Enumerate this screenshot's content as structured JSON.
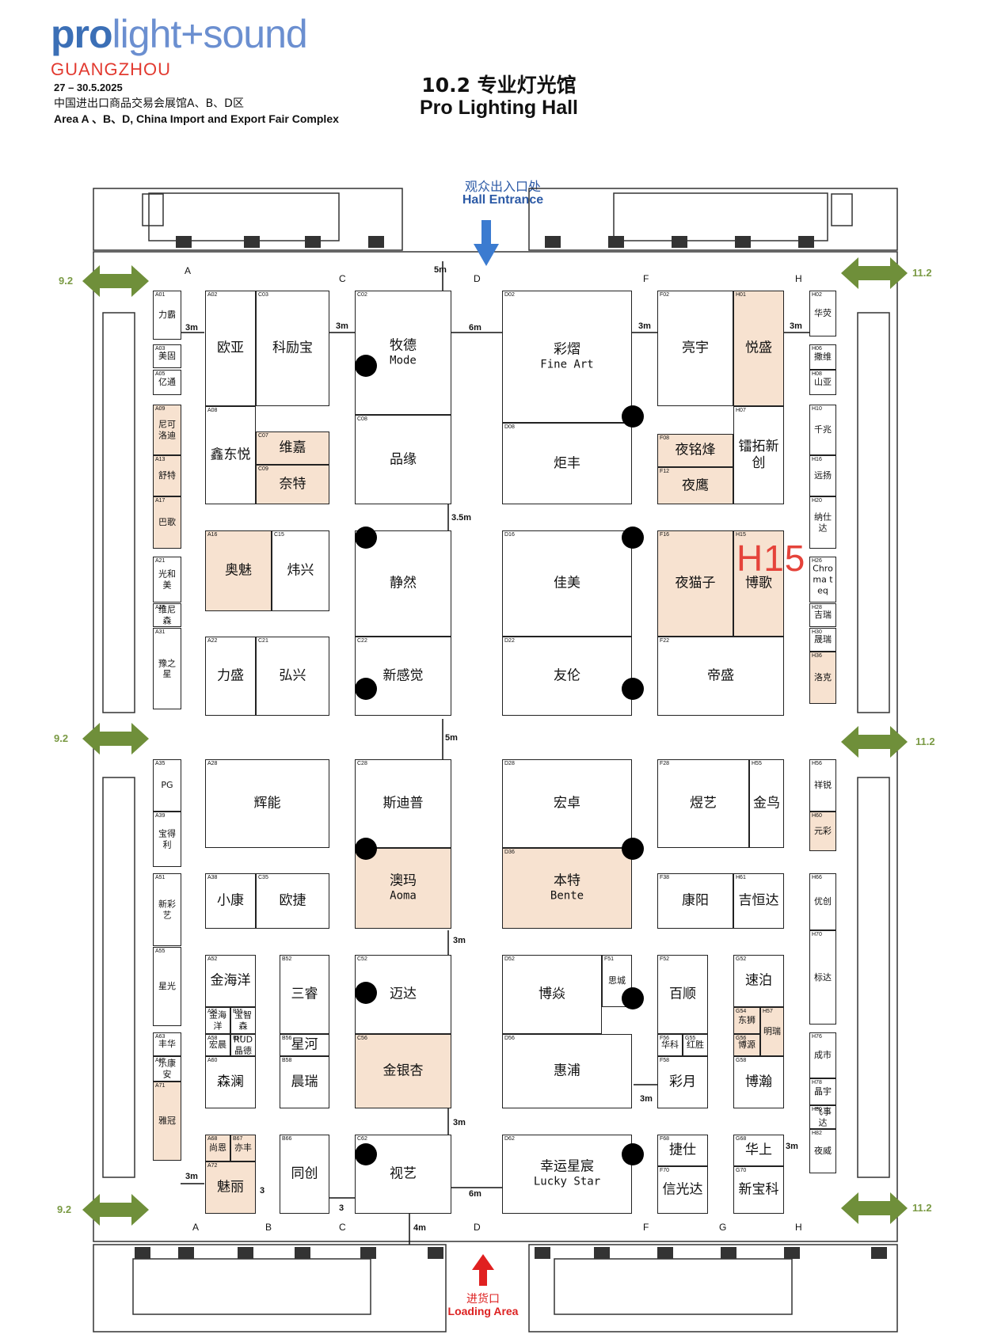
{
  "header": {
    "logo_bold": "pro",
    "logo_rest": "light+sound",
    "logo_city": "GUANGZHOU",
    "dates": "27 – 30.5.2025",
    "venue_cn": "中国进出口商品交易会展馆A、B、D区",
    "venue_en": "Area A 、B、D, China Import and Export Fair Complex",
    "hall_cn": "10.2 专业灯光馆",
    "hall_en": "Pro Lighting Hall"
  },
  "entrance": {
    "cn": "观众出入口处",
    "en": "Hall Entrance"
  },
  "loading": {
    "cn": "进货口",
    "en": "Loading Area"
  },
  "highlight": {
    "label": "H15",
    "color": "#e5433a"
  },
  "colors": {
    "highlight_booth": "#f7e2d0",
    "neighbor_arrow": "#6f8f3a",
    "entrance_arrow": "#3b7bd0",
    "loading_arrow": "#e02020"
  },
  "neighbors": {
    "left": "9.2",
    "right": "11.2"
  },
  "columns_top": [
    "A",
    "C",
    "D",
    "F",
    "H"
  ],
  "columns_bottom": [
    "A",
    "B",
    "C",
    "D",
    "F",
    "G",
    "H"
  ],
  "dimensions": [
    "5m",
    "3m",
    "3m",
    "6m",
    "3m",
    "3m",
    "3.5m",
    "5m",
    "3m",
    "3m",
    "3m",
    "6m",
    "3",
    "3",
    "4m",
    "3m",
    "3m"
  ],
  "booths": [
    {
      "code": "A01",
      "name": "力霸"
    },
    {
      "code": "A03",
      "name": "美固"
    },
    {
      "code": "A05",
      "name": "亿通"
    },
    {
      "code": "A09",
      "name": "尼可洛迪"
    },
    {
      "code": "A13",
      "name": "舒特"
    },
    {
      "code": "A17",
      "name": "巴歌"
    },
    {
      "code": "A21",
      "name": "光和美"
    },
    {
      "code": "A25",
      "name": "维尼森"
    },
    {
      "code": "A31",
      "name": "豫之星"
    },
    {
      "code": "A35",
      "name": "PG"
    },
    {
      "code": "A39",
      "name": "宝得利"
    },
    {
      "code": "A51",
      "name": "新彩艺"
    },
    {
      "code": "A55",
      "name": "星光"
    },
    {
      "code": "A63",
      "name": "丰华"
    },
    {
      "code": "A65",
      "name": "乐康安"
    },
    {
      "code": "A71",
      "name": "雅冠"
    },
    {
      "code": "A02",
      "name": "欧亚"
    },
    {
      "code": "C03",
      "name": "科励宝"
    },
    {
      "code": "A08",
      "name": "鑫东悦"
    },
    {
      "code": "C07",
      "name": "维嘉"
    },
    {
      "code": "C09",
      "name": "奈特"
    },
    {
      "code": "A16",
      "name": "奥魅"
    },
    {
      "code": "C15",
      "name": "炜兴"
    },
    {
      "code": "A22",
      "name": "力盛"
    },
    {
      "code": "C21",
      "name": "弘兴"
    },
    {
      "code": "A28",
      "name": "辉能"
    },
    {
      "code": "A38",
      "name": "小康"
    },
    {
      "code": "C35",
      "name": "欧捷"
    },
    {
      "code": "A52",
      "name": "金海洋"
    },
    {
      "code": "B52",
      "name": "三睿"
    },
    {
      "code": "A56",
      "name": "金海洋"
    },
    {
      "code": "B55",
      "name": "宝智森"
    },
    {
      "code": "A58",
      "name": "宏晨"
    },
    {
      "code": "B57",
      "name": "RUD 晶德"
    },
    {
      "code": "B56",
      "name": "星河"
    },
    {
      "code": "A60",
      "name": "森澜"
    },
    {
      "code": "B58",
      "name": "晨瑞"
    },
    {
      "code": "A68",
      "name": "尚恩"
    },
    {
      "code": "B67",
      "name": "亦丰"
    },
    {
      "code": "A72",
      "name": "魅丽"
    },
    {
      "code": "B66",
      "name": "同创"
    },
    {
      "code": "C02",
      "name": "牧德",
      "en": "Mode"
    },
    {
      "code": "C08",
      "name": "品缘"
    },
    {
      "code": "C16",
      "name": "静然"
    },
    {
      "code": "C22",
      "name": "新感觉"
    },
    {
      "code": "C28",
      "name": "斯迪普"
    },
    {
      "code": "C36",
      "name": "澳玛",
      "en": "Aoma"
    },
    {
      "code": "C52",
      "name": "迈达"
    },
    {
      "code": "C56",
      "name": "金银杏"
    },
    {
      "code": "C62",
      "name": "视艺"
    },
    {
      "code": "D02",
      "name": "彩熠",
      "en": "Fine Art"
    },
    {
      "code": "D08",
      "name": "炬丰"
    },
    {
      "code": "D16",
      "name": "佳美"
    },
    {
      "code": "D22",
      "name": "友伦"
    },
    {
      "code": "D28",
      "name": "宏卓"
    },
    {
      "code": "D36",
      "name": "本特",
      "en": "Bente"
    },
    {
      "code": "D52",
      "name": "博焱"
    },
    {
      "code": "F51",
      "name": "思城"
    },
    {
      "code": "D56",
      "name": "惠浦"
    },
    {
      "code": "D62",
      "name": "幸运星宸",
      "en": "Lucky Star"
    },
    {
      "code": "F02",
      "name": "亮宇"
    },
    {
      "code": "H01",
      "name": "悦盛"
    },
    {
      "code": "F08",
      "name": "夜铭烽"
    },
    {
      "code": "F12",
      "name": "夜鹰"
    },
    {
      "code": "H07",
      "name": "镭拓新创"
    },
    {
      "code": "F16",
      "name": "夜猫子"
    },
    {
      "code": "H15",
      "name": "博歌"
    },
    {
      "code": "F22",
      "name": "帝盛"
    },
    {
      "code": "F28",
      "name": "煜艺"
    },
    {
      "code": "H55",
      "name": "金鸟"
    },
    {
      "code": "F38",
      "name": "康阳"
    },
    {
      "code": "H61",
      "name": "吉恒达"
    },
    {
      "code": "F52",
      "name": "百顺"
    },
    {
      "code": "G52",
      "name": "速泊"
    },
    {
      "code": "G54",
      "name": "东狮"
    },
    {
      "code": "H57",
      "name": "明瑞"
    },
    {
      "code": "G56",
      "name": "博源"
    },
    {
      "code": "F56",
      "name": "华科"
    },
    {
      "code": "G55",
      "name": "红胜"
    },
    {
      "code": "F58",
      "name": "彩月"
    },
    {
      "code": "G58",
      "name": "博瀚"
    },
    {
      "code": "F68",
      "name": "捷仕"
    },
    {
      "code": "F70",
      "name": "信光达"
    },
    {
      "code": "G68",
      "name": "华上"
    },
    {
      "code": "G70",
      "name": "新宝科"
    },
    {
      "code": "H02",
      "name": "华荧"
    },
    {
      "code": "H06",
      "name": "撒维"
    },
    {
      "code": "H08",
      "name": "山亚"
    },
    {
      "code": "H10",
      "name": "千兆"
    },
    {
      "code": "H16",
      "name": "远扬"
    },
    {
      "code": "H20",
      "name": "纳仕达"
    },
    {
      "code": "H26",
      "name": "Chroma teq"
    },
    {
      "code": "H28",
      "name": "吉瑞"
    },
    {
      "code": "H30",
      "name": "晟瑞"
    },
    {
      "code": "H36",
      "name": "洛克"
    },
    {
      "code": "H56",
      "name": "祥锐"
    },
    {
      "code": "H60",
      "name": "元彩"
    },
    {
      "code": "H66",
      "name": "优创"
    },
    {
      "code": "H70",
      "name": "标达"
    },
    {
      "code": "H76",
      "name": "成市"
    },
    {
      "code": "H78",
      "name": "晶宇"
    },
    {
      "code": "H80",
      "name": "飞事达"
    },
    {
      "code": "H82",
      "name": "夜威"
    }
  ]
}
